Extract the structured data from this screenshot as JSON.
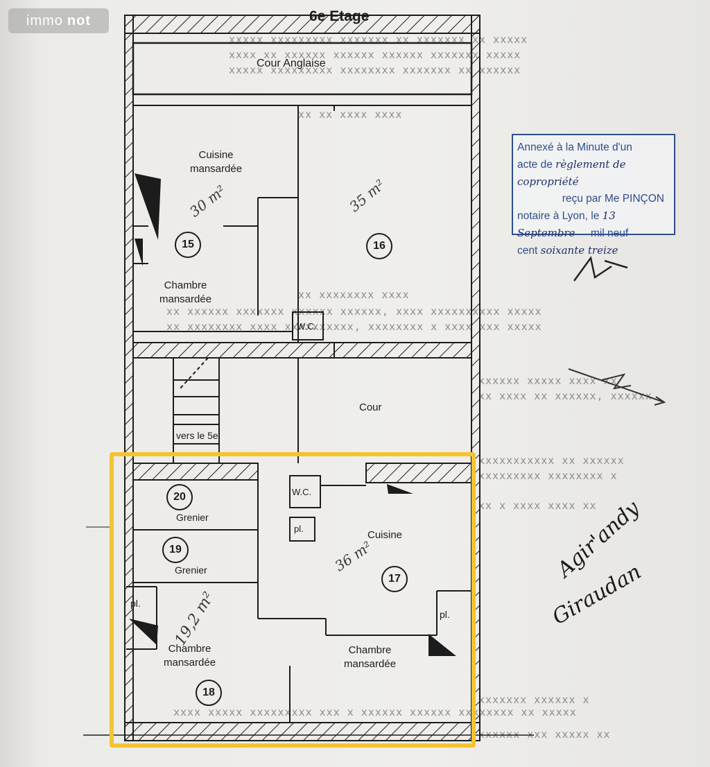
{
  "logo": {
    "part1": "immo",
    "part2": "not"
  },
  "plan": {
    "title": "6e Etage",
    "rooms": {
      "cour_anglaise": "Cour Anglaise",
      "cuisine_15": "Cuisine\nmansardée",
      "chambre_15": "Chambre\nmansardée",
      "wc_upper": "W.C.",
      "cour": "Cour",
      "vers_5e": "vers le 5e",
      "grenier_20": "Grenier",
      "grenier_19": "Grenier",
      "wc_lower": "W.C.",
      "pl_center": "pl.",
      "cuisine_17": "Cuisine",
      "pl_left": "pl.",
      "pl_right": "pl.",
      "chambre_18": "Chambre\nmansardée",
      "chambre_17": "Chambre\nmansardée"
    },
    "lot_numbers": {
      "n15": "15",
      "n16": "16",
      "n17": "17",
      "n18": "18",
      "n19": "19",
      "n20": "20"
    },
    "handwritten_areas": {
      "a15": "30 m²",
      "a16": "35 m²",
      "a17": "36 m²",
      "a18": "19,2 m²"
    }
  },
  "stamp": {
    "line1": "Annexé à la Minute d'un",
    "line2a": "acte de",
    "line2b": "règlement de copropriété",
    "line3": "reçu par Me PINÇON",
    "line4a": "notaire à Lyon, le",
    "line4b": "13",
    "line5a": "Septembre",
    "line5b": "mil neuf",
    "line6a": "cent",
    "line6b": "soixante treize"
  },
  "signatures": {
    "sig1": "Agir'andy",
    "sig2": "Giraudan"
  },
  "colors": {
    "highlight": "#f4c430",
    "stamp": "#2f4e8a",
    "ink": "#1c1c1c"
  }
}
